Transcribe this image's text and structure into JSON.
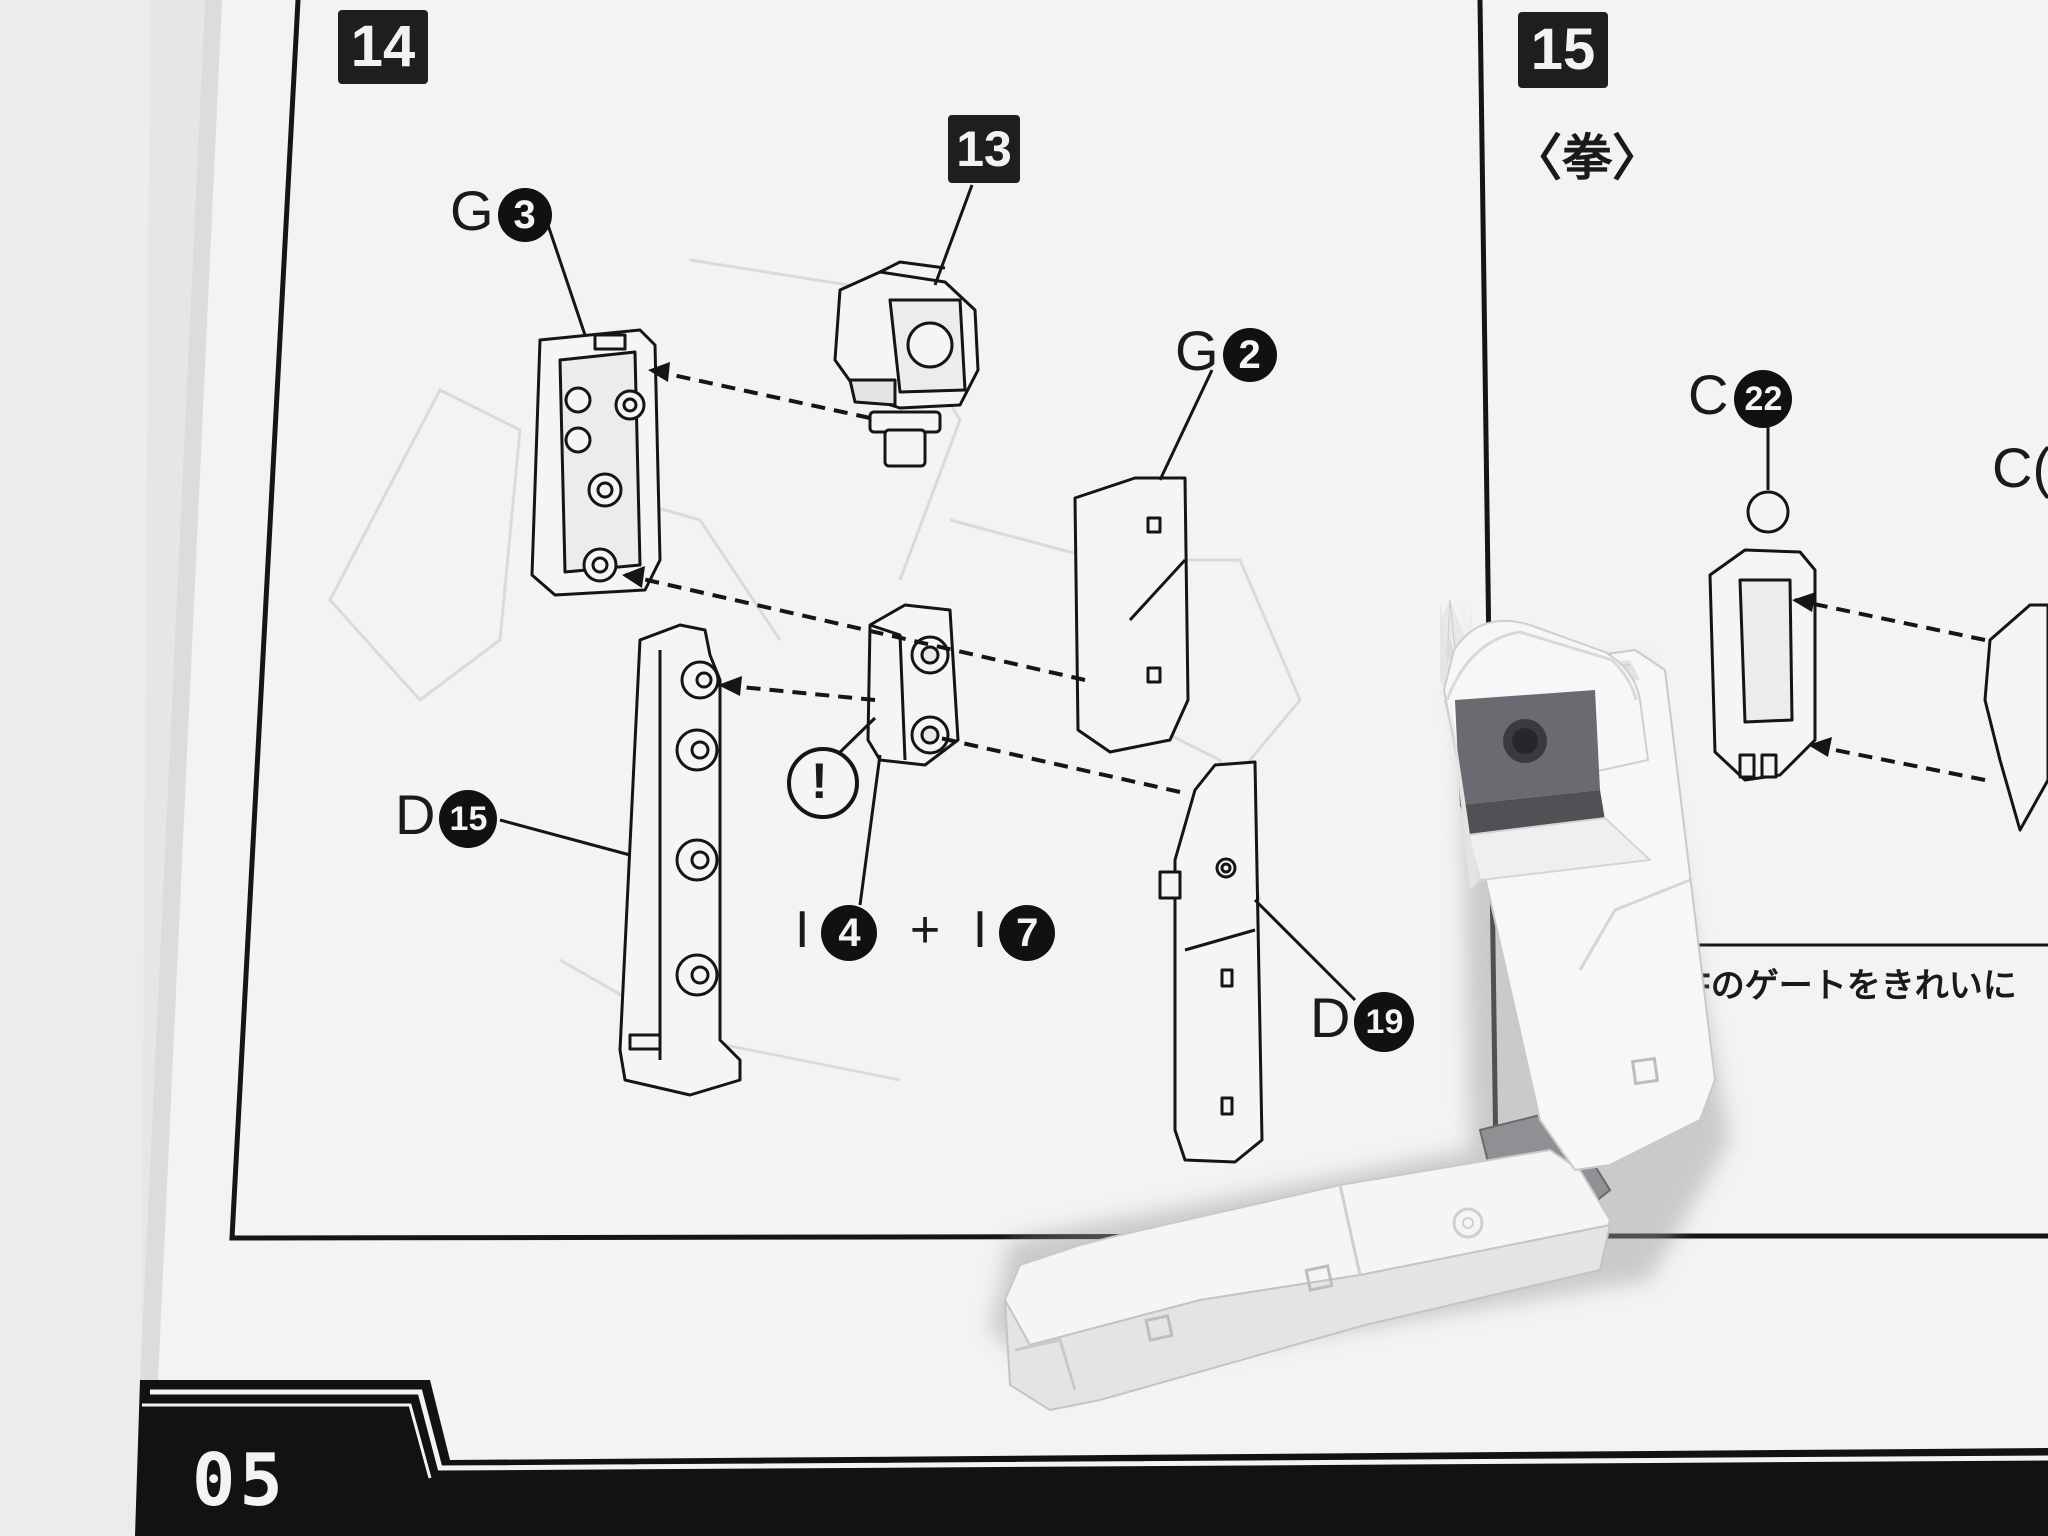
{
  "manual": {
    "page_number": "05",
    "step14": {
      "number": "14",
      "callouts": {
        "g3": {
          "letter": "G",
          "num": "3"
        },
        "s13": {
          "num": "13"
        },
        "g2": {
          "letter": "G",
          "num": "2"
        },
        "d15": {
          "letter": "D",
          "num": "15"
        },
        "d19": {
          "letter": "D",
          "num": "19"
        },
        "i4": {
          "letter": "I",
          "num": "4"
        },
        "plus": "+",
        "i7": {
          "letter": "I",
          "num": "7"
        },
        "caution": "!"
      }
    },
    "step15": {
      "number": "15",
      "subtitle": "〈拳〉",
      "c22": {
        "letter": "C",
        "num": "22"
      },
      "c_partial": "C(",
      "note_text": "Fのゲートをきれいに"
    }
  },
  "colors": {
    "paper": "#f3f3f1",
    "ink": "#151515",
    "desk": "#e9e9eb",
    "plastic_white": "#f7f7f7",
    "plastic_gray": "#8f9094",
    "joint_gray": "#5d5e62"
  }
}
